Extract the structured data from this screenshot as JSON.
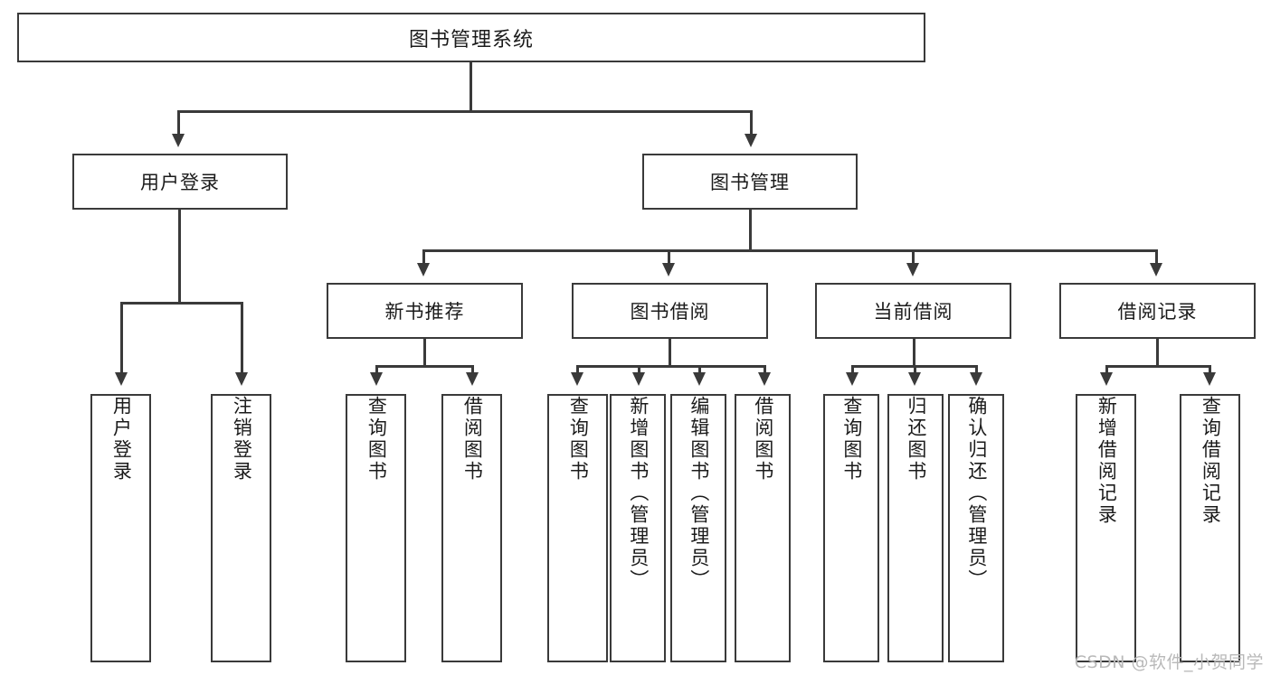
{
  "diagram": {
    "type": "tree-hierarchy",
    "title": "图书管理系统",
    "watermark": "CSDN @软件_小贺同学",
    "colors": {
      "stroke": "#3a3a3a",
      "fill": "#ffffff",
      "text": "#1b1b1b",
      "watermark": "#b9b9b9"
    },
    "root": {
      "label": "图书管理系统"
    },
    "level2": [
      {
        "label": "用户登录"
      },
      {
        "label": "图书管理"
      }
    ],
    "level3": [
      {
        "label": "新书推荐"
      },
      {
        "label": "图书借阅"
      },
      {
        "label": "当前借阅"
      },
      {
        "label": "借阅记录"
      }
    ],
    "leaves": {
      "user_login": [
        {
          "label": "用户登录"
        },
        {
          "label": "注销登录"
        }
      ],
      "new_book_recommend": [
        {
          "label": "查询图书"
        },
        {
          "label": "借阅图书"
        }
      ],
      "book_borrow": [
        {
          "label": "查询图书"
        },
        {
          "label": "新增图书（管理员）"
        },
        {
          "label": "编辑图书（管理员）"
        },
        {
          "label": "借阅图书"
        }
      ],
      "current_borrow": [
        {
          "label": "查询图书"
        },
        {
          "label": "归还图书"
        },
        {
          "label": "确认归还（管理员）"
        }
      ],
      "borrow_record": [
        {
          "label": "新增借阅记录"
        },
        {
          "label": "查询借阅记录"
        }
      ]
    }
  }
}
